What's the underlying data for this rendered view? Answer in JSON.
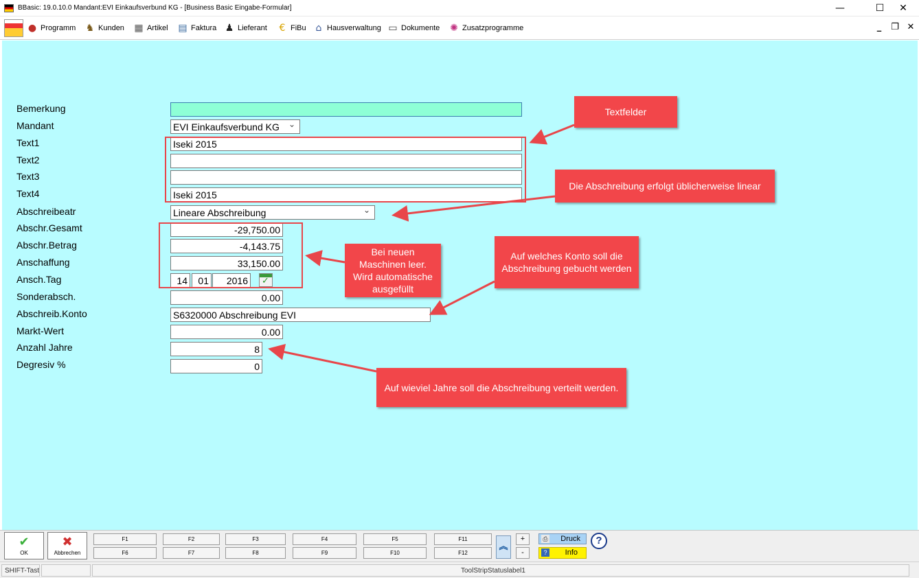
{
  "window": {
    "title": "BBasic: 19.0.10.0 Mandant:EVI Einkaufsverbund KG  - [Business Basic Eingabe-Formular]",
    "minimize_glyph": "—",
    "maximize_glyph": "☐",
    "close_glyph": "✕"
  },
  "menu": {
    "items": [
      {
        "label": "Programm",
        "icon": "programm-icon"
      },
      {
        "label": "Kunden",
        "icon": "kunden-icon"
      },
      {
        "label": "Artikel",
        "icon": "artikel-icon"
      },
      {
        "label": "Faktura",
        "icon": "faktura-icon"
      },
      {
        "label": "Lieferant",
        "icon": "lieferant-icon"
      },
      {
        "label": "FiBu",
        "icon": "fibu-icon"
      },
      {
        "label": "Hausverwaltung",
        "icon": "hausverwaltung-icon"
      },
      {
        "label": "Dokumente",
        "icon": "dokumente-icon"
      },
      {
        "label": "Zusatzprogramme",
        "icon": "zusatzprogramme-icon"
      }
    ],
    "mdi_minimize": "_",
    "mdi_restore": "❐",
    "mdi_close": "✕"
  },
  "form": {
    "labels": {
      "bemerkung": "Bemerkung",
      "mandant": "Mandant",
      "text1": "Text1",
      "text2": "Text2",
      "text3": "Text3",
      "text4": "Text4",
      "abschreibeatr": "Abschreibeatr",
      "abschr_gesamt": "Abschr.Gesamt",
      "abschr_betrag": "Abschr.Betrag",
      "anschaffung": "Anschaffung",
      "ansch_tag": "Ansch.Tag",
      "sonderabsch": "Sonderabsch.",
      "abschreib_konto": "Abschreib.Konto",
      "markt_wert": "Markt-Wert",
      "anzahl_jahre": "Anzahl Jahre",
      "degresiv": "Degresiv %"
    },
    "values": {
      "bemerkung": "",
      "mandant": "EVI Einkaufsverbund KG",
      "text1": "Iseki 2015",
      "text2": "",
      "text3": "",
      "text4": "Iseki 2015",
      "abschreibeatr": "Lineare Abschreibung",
      "abschr_gesamt": "-29,750.00",
      "abschr_betrag": "-4,143.75",
      "anschaffung": "33,150.00",
      "ansch_tag_day": "14",
      "ansch_tag_month": "01",
      "ansch_tag_year": "2016",
      "sonderabsch": "0.00",
      "abschreib_konto": "S6320000 Abschreibung EVI",
      "markt_wert": "0.00",
      "anzahl_jahre": "8",
      "degresiv": "0"
    }
  },
  "annotations": {
    "textfelder": "Textfelder",
    "abschreibung_linear": "Die Abschreibung erfolgt üblicherweise linear",
    "neue_maschinen": "Bei neuen Maschinen leer. Wird automatische ausgefüllt",
    "konto": "Auf welches Konto soll die Abschreibung gebucht werden",
    "jahre": "Auf wieviel Jahre soll die Abschreibung verteilt werden.",
    "color": "#f2464a"
  },
  "toolbar": {
    "ok_label": "OK",
    "abbrechen_label": "Abbrechen",
    "fkeys_top": [
      "F1",
      "F2",
      "F3",
      "F4",
      "F5",
      "F11"
    ],
    "fkeys_bottom": [
      "F6",
      "F7",
      "F8",
      "F9",
      "F10",
      "F12"
    ],
    "plus": "+",
    "minus": "-",
    "druck_label": "Druck",
    "info_label": "Info",
    "help_glyph": "?"
  },
  "statusbar": {
    "shift": "SHIFT-Taste",
    "label1": "ToolStripStatuslabel1"
  }
}
